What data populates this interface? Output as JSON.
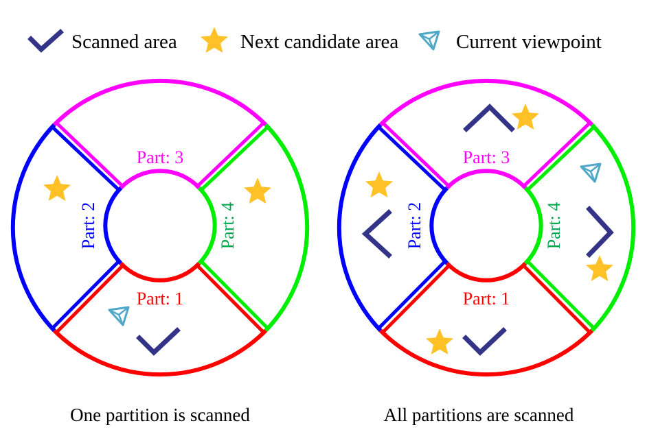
{
  "legend": {
    "scanned_label": "Scanned area",
    "candidate_label": "Next candidate area",
    "viewpoint_label": "Current viewpoint"
  },
  "colors": {
    "part1": "#ff0000",
    "part2": "#0000ff",
    "part3": "#ff00ff",
    "part4": "#00ee00",
    "part4_text": "#00a550",
    "scanned": "#333388",
    "candidate": "#ffc125",
    "viewpoint": "#4fa8c8"
  },
  "diagrams": [
    {
      "caption": "One partition is scanned",
      "parts": [
        {
          "label": "Part: 1",
          "icons": [
            "check-icon",
            "viewpoint-icon"
          ]
        },
        {
          "label": "Part: 2",
          "icons": [
            "star-icon"
          ]
        },
        {
          "label": "Part: 3",
          "icons": []
        },
        {
          "label": "Part: 4",
          "icons": [
            "star-icon"
          ]
        }
      ]
    },
    {
      "caption": "All partitions are scanned",
      "parts": [
        {
          "label": "Part: 1",
          "icons": [
            "check-icon",
            "star-icon"
          ]
        },
        {
          "label": "Part: 2",
          "icons": [
            "check-icon",
            "star-icon"
          ]
        },
        {
          "label": "Part: 3",
          "icons": [
            "check-icon",
            "star-icon"
          ]
        },
        {
          "label": "Part: 4",
          "icons": [
            "check-icon",
            "star-icon",
            "viewpoint-icon"
          ]
        }
      ]
    }
  ]
}
